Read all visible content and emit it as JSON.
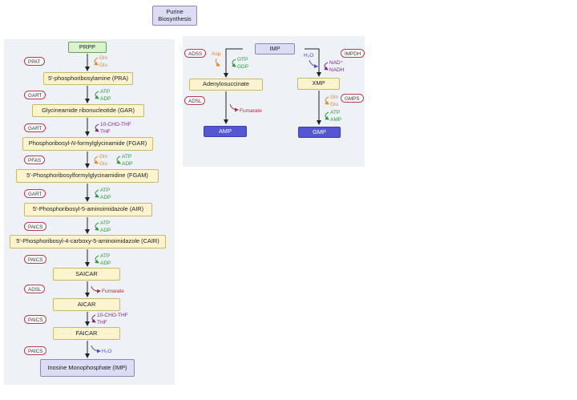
{
  "title": "Purine\nBiosynthesis",
  "left": {
    "start": "PRPP",
    "steps": [
      {
        "enzyme": "PPAT",
        "product": "5'-phosphoribosylamine (PRA)",
        "in": "Gln",
        "out": "Glu",
        "color": "orange"
      },
      {
        "enzyme": "GART",
        "product": "Glycineamide ribonucleotide (GAR)",
        "in": "ATP",
        "out": "ADP",
        "color": "green"
      },
      {
        "enzyme": "GART",
        "product": "Phosphoribosyl-N-formylglycinamide (FGAR)",
        "in": "10-CHO-THF",
        "out": "THF",
        "color": "purple"
      },
      {
        "enzyme": "PFAS",
        "product": "5'-Phosphoribosylformylglycinamidine (FGAM)",
        "in": "Gln",
        "out": "Glu",
        "in2": "ATP",
        "out2": "ADP",
        "color": "orange",
        "color2": "green"
      },
      {
        "enzyme": "GART",
        "product": "5'-Phosphoribosyl-5-aminoimidazole (AIR)",
        "in": "ATP",
        "out": "ADP",
        "color": "green"
      },
      {
        "enzyme": "PAICS",
        "product": "5'-Phosphoribosyl-4-carboxy-5-aminoimidazole (CAIR)",
        "in": "ATP",
        "out": "ADP",
        "color": "green"
      },
      {
        "enzyme": "PAICS",
        "product": "SAICAR",
        "in": "ATP",
        "out": "ADP",
        "color": "green"
      },
      {
        "enzyme": "ADSL",
        "product": "AICAR",
        "out": "Fumarate",
        "color": "red"
      },
      {
        "enzyme": "PAICS",
        "product": "FAICAR",
        "in": "10-CHO-THF",
        "out": "THF",
        "color": "purple"
      },
      {
        "enzyme": "PAICS",
        "product": "Inosine Monophosphate (IMP)",
        "out": "H₂O",
        "color": "blue"
      }
    ]
  },
  "right": {
    "imp": "IMP",
    "amp_branch": {
      "enzyme1": "ADSS",
      "asp": "Asp",
      "gtp": "GTP",
      "gdp": "GDP",
      "intermediate": "Adenylosuccinate",
      "enzyme2": "ADSL",
      "fumarate": "Fumarate",
      "product": "AMP"
    },
    "gmp_branch": {
      "enzyme1": "IMPDH",
      "h2o": "H₂O",
      "nad": "NAD⁺",
      "nadh": "NADH",
      "intermediate": "XMP",
      "enzyme2": "GMPS",
      "gln": "Gln",
      "glu": "Glu",
      "atp": "ATP",
      "amp": "AMP",
      "product": "GMP"
    }
  },
  "colors": {
    "orange": "#e08a2c",
    "green": "#2c9a3c",
    "purple": "#7b2a8a",
    "red": "#b0303c",
    "blue": "#4b54c8",
    "enzyme_border": "#c0394d",
    "panel": "#eef1f6"
  }
}
